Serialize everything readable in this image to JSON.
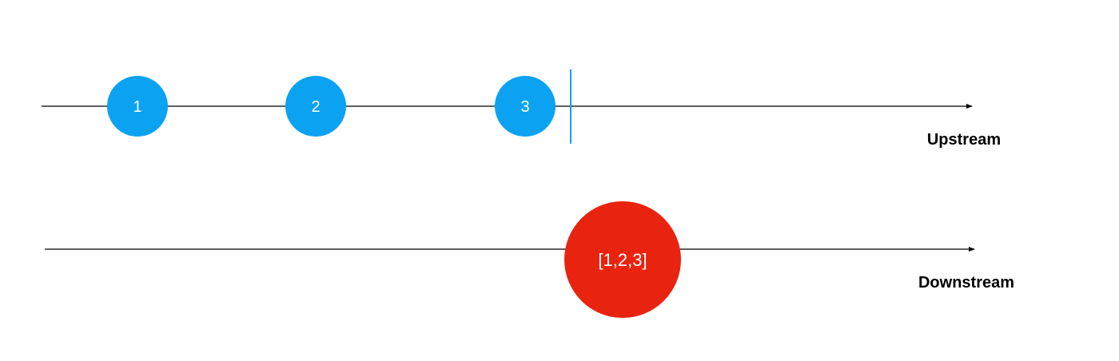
{
  "upstream": {
    "label": "Upstream",
    "marbles": [
      {
        "value": "1"
      },
      {
        "value": "2"
      },
      {
        "value": "3"
      }
    ]
  },
  "downstream": {
    "label": "Downstream",
    "marbles": [
      {
        "value": "[1,2,3]"
      }
    ]
  },
  "colors": {
    "upstream_marble": "#0ba2f2",
    "completion_marker": "#0ba2f2",
    "downstream_marble": "#e8230f",
    "timeline": "#000000"
  }
}
